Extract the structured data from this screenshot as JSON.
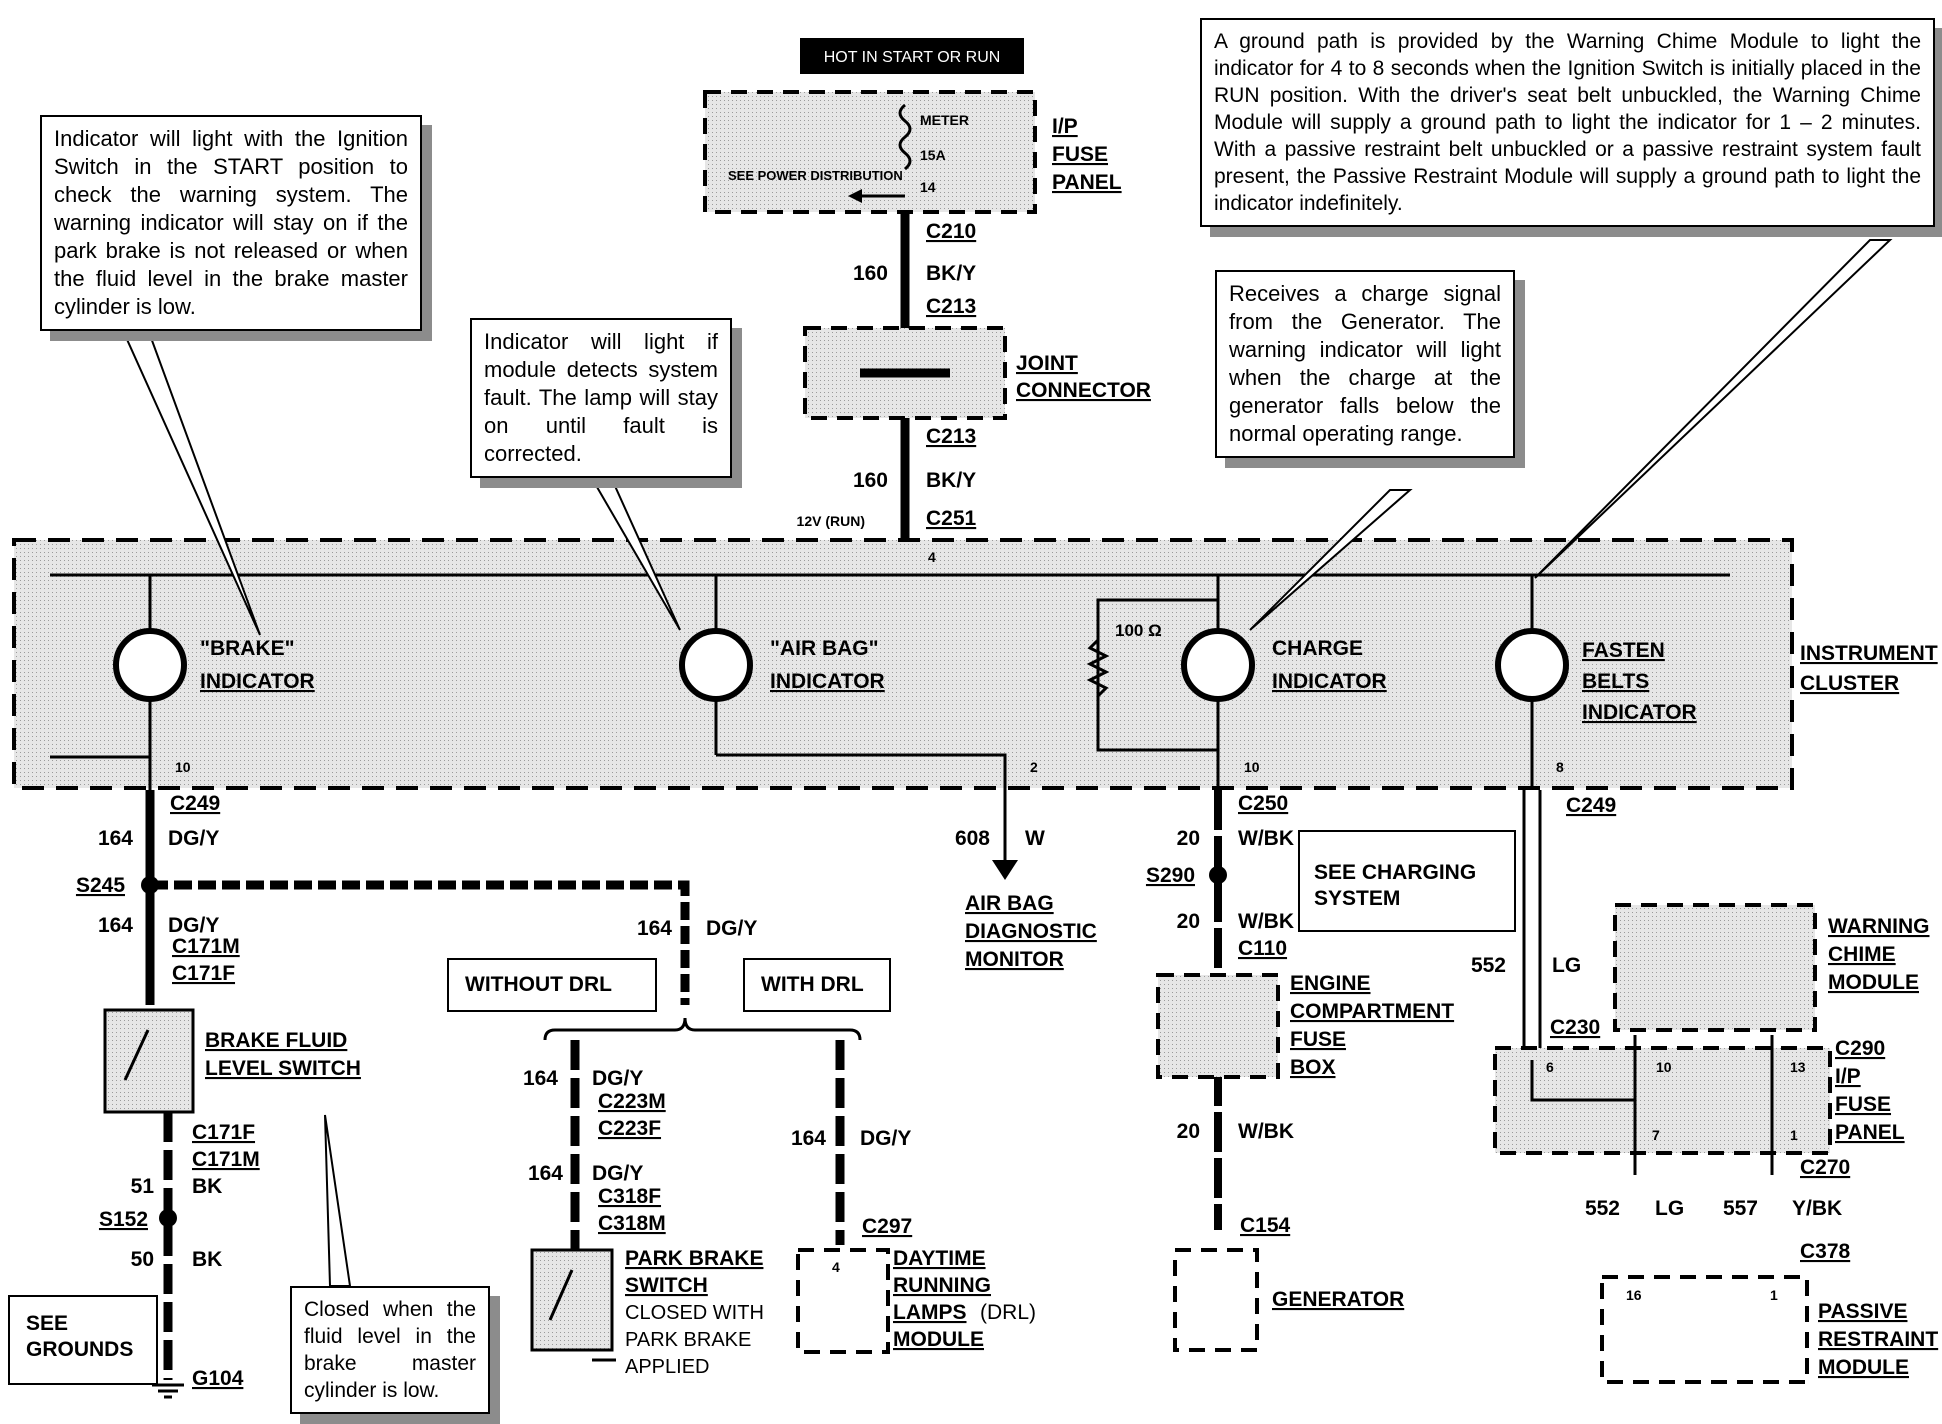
{
  "callouts": {
    "brake_note": "Indicator will light with the Ignition Switch in the START position to check the warning system. The warning indicator will stay on if the park brake is not released or when the fluid level in the brake master cylinder is low.",
    "airbag_note": "Indicator will light if module detects system fault. The lamp will stay on until fault is corrected.",
    "charge_note": "Receives a charge signal from the Generator. The warning indicator will light when the charge at the generator falls below the normal operating range.",
    "seatbelt_note": "A ground path is provided by the Warning Chime Module to light the indicator for 4 to 8 seconds when the Ignition Switch is initially placed in the RUN position. With the driver's seat belt unbuckled, the Warning Chime Module will supply a ground path to light the indicator for 1 – 2 minutes. With a passive restraint belt unbuckled or a passive restraint system fault present, the Passive Restraint Module will supply a ground path to light the indicator indefinitely.",
    "fluid_switch_note": "Closed when the fluid level in the brake master cylinder is low."
  },
  "power": {
    "hot_label": "HOT IN START OR RUN",
    "fuse_name": "METER",
    "fuse_rating": "15A",
    "fuse_pin": "14",
    "see_power": "SEE POWER DISTRIBUTION",
    "panel_label": [
      "I/P",
      "FUSE",
      "PANEL"
    ]
  },
  "joint_connector": [
    "JOINT",
    "CONNECTOR"
  ],
  "top_wiring": {
    "c210": "C210",
    "c213a": "C213",
    "c213b": "C213",
    "c251": "C251",
    "circuit_a": "160",
    "color_a": "BK/Y",
    "circuit_b": "160",
    "color_b": "BK/Y",
    "run_label": "12V (RUN)",
    "pin_4": "4"
  },
  "cluster": {
    "label": [
      "INSTRUMENT",
      "CLUSTER"
    ],
    "brake": [
      "\"BRAKE\"",
      "INDICATOR"
    ],
    "airbag": [
      "\"AIR BAG\"",
      "INDICATOR"
    ],
    "charge": [
      "CHARGE",
      "INDICATOR"
    ],
    "fasten": [
      "FASTEN",
      "BELTS",
      "INDICATOR"
    ],
    "resistor": "100 Ω",
    "pins": {
      "brake": "10",
      "airbag": "2",
      "charge": "10",
      "fasten": "8"
    }
  },
  "brake_circuit": {
    "c249": "C249",
    "wire1_num": "164",
    "wire1_color": "DG/Y",
    "s245": "S245",
    "wire2_num": "164",
    "wire2_color": "DG/Y",
    "c171m": "C171M",
    "c171f": "C171F",
    "switch_label": [
      "BRAKE FLUID",
      "LEVEL SWITCH"
    ],
    "c171f_b": "C171F",
    "c171m_b": "C171M",
    "wire3_num": "51",
    "wire3_color": "BK",
    "s152": "S152",
    "wire4_num": "50",
    "wire4_color": "BK",
    "g104": "G104",
    "see_grounds": [
      "SEE",
      "GROUNDS"
    ]
  },
  "drl_circuit": {
    "branch_num": "164",
    "branch_color": "DG/Y",
    "without_drl": "WITHOUT DRL",
    "with_drl": "WITH DRL",
    "w1_num": "164",
    "w1_color": "DG/Y",
    "c223m": "C223M",
    "c223f": "C223F",
    "w2_num": "164",
    "w2_color": "DG/Y",
    "c318f": "C318F",
    "c318m": "C318M",
    "park_switch": [
      "PARK BRAKE",
      "SWITCH"
    ],
    "park_desc": [
      "CLOSED WITH",
      "PARK BRAKE",
      "APPLIED"
    ],
    "w3_num": "164",
    "w3_color": "DG/Y",
    "c297": "C297",
    "pin_4": "4",
    "drl_module": [
      "DAYTIME",
      "RUNNING",
      "LAMPS",
      "(DRL)",
      "MODULE"
    ]
  },
  "airbag_circuit": {
    "num": "608",
    "color": "W",
    "target": [
      "AIR BAG",
      "DIAGNOSTIC",
      "MONITOR"
    ]
  },
  "charge_circuit": {
    "c250": "C250",
    "w1_num": "20",
    "w1_color": "W/BK",
    "s290": "S290",
    "w2_num": "20",
    "w2_color": "W/BK",
    "c110": "C110",
    "see_charging": [
      "SEE CHARGING",
      "SYSTEM"
    ],
    "fuse_box": [
      "ENGINE",
      "COMPARTMENT",
      "FUSE",
      "BOX"
    ],
    "w3_num": "20",
    "w3_color": "W/BK",
    "c154": "C154",
    "generator": "GENERATOR"
  },
  "seatbelt_circuit": {
    "c249": "C249",
    "w1_num": "552",
    "w1_color": "LG",
    "c230": "C230",
    "chime": [
      "WARNING",
      "CHIME",
      "MODULE"
    ],
    "c290": "C290",
    "ip_panel": [
      "I/P",
      "FUSE",
      "PANEL"
    ],
    "pins": {
      "p6": "6",
      "p10": "10",
      "p13": "13",
      "p7": "7",
      "p1": "1",
      "p16": "16",
      "p1b": "1"
    },
    "c270": "C270",
    "w2_num": "552",
    "w2_color": "LG",
    "w3_num": "557",
    "w3_color": "Y/BK",
    "c378": "C378",
    "passive": [
      "PASSIVE",
      "RESTRAINT",
      "MODULE"
    ]
  },
  "colors": {
    "shade": "#d9d9d9",
    "shadow": "#8c8c8c",
    "ink": "#000000"
  }
}
